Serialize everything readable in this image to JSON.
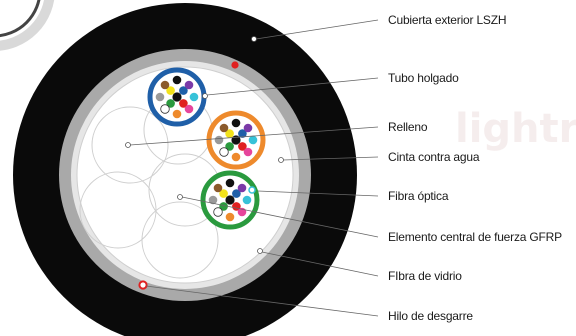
{
  "diagram": {
    "labels": {
      "outer_jacket": "Cubierta exterior LSZH",
      "loose_tube": "Tubo holgado",
      "filler": "Relleno",
      "water_tape": "Cinta contra agua",
      "fiber": "Fibra óptica",
      "central_member": "Elemento central de fuerza GFRP",
      "glass_yarn": "FIbra de vidrio",
      "ripcord": "Hilo de desgarre"
    },
    "watermark": "lightr",
    "colors": {
      "jacket": "#0a0a0a",
      "glass_yarn": "#a9a9a9",
      "water_tape": "#e6e6e6",
      "core_fill": "#ffffff",
      "tube_blue": "#1f5fa8",
      "tube_orange": "#ee8a2c",
      "tube_green": "#2a9a3e",
      "ripcord": "#e02020"
    },
    "fiber_colors": [
      "#1f5fa8",
      "#ee8a2c",
      "#2a9a3e",
      "#8b5a2b",
      "#9a9a9a",
      "#ffffff",
      "#e02020",
      "#111111",
      "#f2e21a",
      "#7a3aa8",
      "#e6459b",
      "#36c2d8"
    ]
  }
}
